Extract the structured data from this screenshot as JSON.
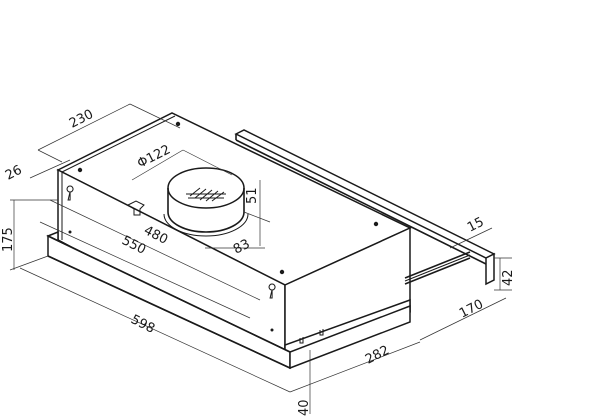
{
  "drawing": {
    "subject": "Telescopic range hood dimension drawing",
    "units": "mm",
    "stroke_color": "#1a1a1a",
    "background": "#ffffff"
  },
  "dimensions": {
    "depth_top": "230",
    "front_offset": "26",
    "duct_diameter": "Φ122",
    "duct_height": "51",
    "duct_offset": "83",
    "inner_width": "480",
    "body_width": "550",
    "total_width": "598",
    "total_height": "175",
    "slide_depth": "282",
    "front_panel_height": "40",
    "extension": "170",
    "rail_height": "42",
    "rail_width": "15"
  }
}
